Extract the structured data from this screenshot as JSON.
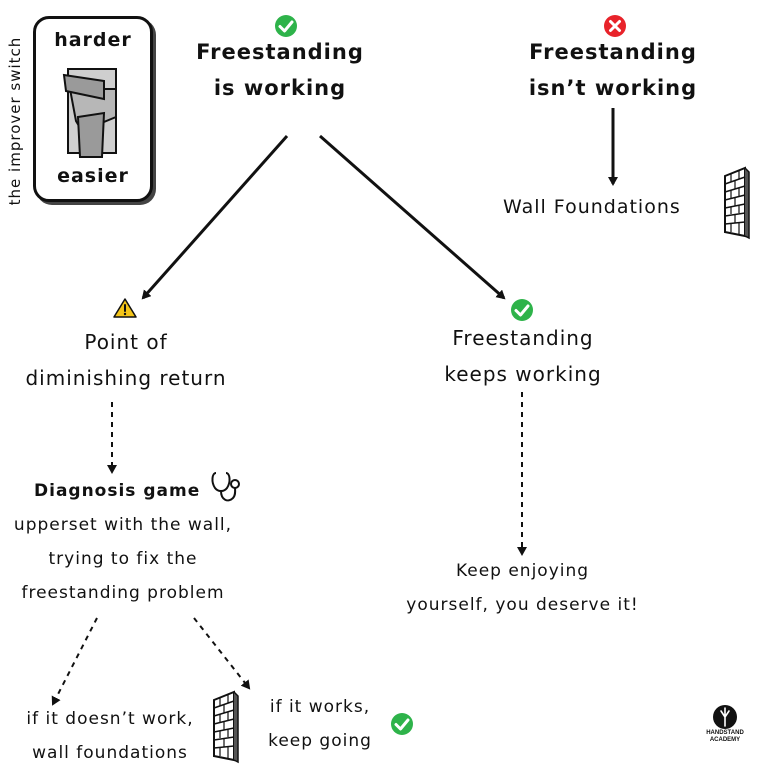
{
  "switch": {
    "side_label": "the improver switch",
    "top_label": "harder",
    "bottom_label": "easier"
  },
  "nodes": {
    "working": {
      "line1": "Freestanding",
      "line2": "is working",
      "status": "check"
    },
    "not_working": {
      "line1": "Freestanding",
      "line2": "isn’t working",
      "status": "cross"
    },
    "wall_foundations": {
      "text": "Wall Foundations"
    },
    "diminishing": {
      "line1": "Point of",
      "line2": "diminishing return",
      "status": "warning"
    },
    "keeps_working": {
      "line1": "Freestanding",
      "line2": "keeps working",
      "status": "check"
    },
    "diagnosis": {
      "title": "Diagnosis game",
      "line1": "upperset with the wall,",
      "line2": "trying to fix the",
      "line3": "freestanding problem"
    },
    "enjoy": {
      "line1": "Keep enjoying",
      "line2": "yourself, you deserve it!"
    },
    "not_work_result": {
      "line1": "if it doesn’t work,",
      "line2": "wall foundations"
    },
    "works_result": {
      "line1": "if it works,",
      "line2": "keep going",
      "status": "check"
    }
  },
  "logo": {
    "line1": "HANDSTAND",
    "line2": "ACADEMY"
  },
  "colors": {
    "check": "#2eb34a",
    "cross": "#e8232a",
    "warning": "#f5c518",
    "ink": "#111111"
  }
}
